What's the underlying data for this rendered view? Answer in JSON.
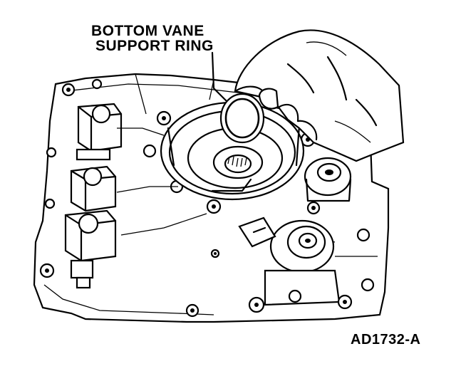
{
  "callout": {
    "line1": "BOTTOM VANE",
    "line2": "SUPPORT RING"
  },
  "figure_id": "AD1732-A",
  "colors": {
    "ink": "#000000",
    "paper": "#ffffff"
  }
}
